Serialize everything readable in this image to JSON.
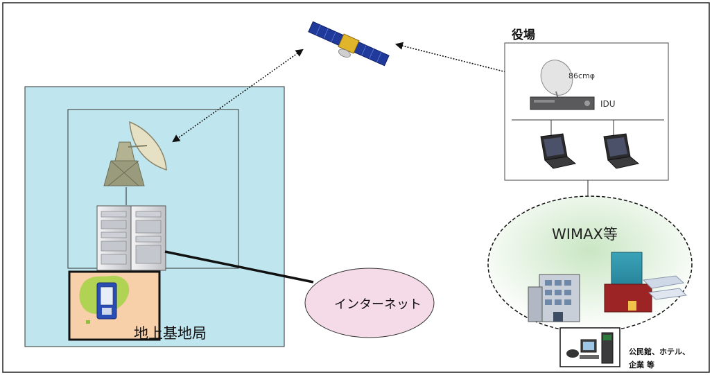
{
  "labels": {
    "town_office": "役場",
    "dish_size": "86cmφ",
    "idu": "IDU",
    "wimax": "WIMAX等",
    "internet": "インターネット",
    "ground_station": "地上基地局",
    "facilities_line1": "公民館、ホテル、",
    "facilities_line2": "企業 等"
  },
  "colors": {
    "ground_panel": "#bfe6ee",
    "internet_bubble": "#f5dbe8",
    "ground_station_box": "#f7cfa8",
    "wimax_glow": "#d6ecd2",
    "satellite_panel": "#1f3a9a",
    "server": "#e8e8ea"
  },
  "icons": [
    "satellite-icon",
    "parabolic-antenna-icon",
    "vsat-dish-icon",
    "idu-receiver-icon",
    "laptop-icon",
    "server-rack-icon",
    "ground-station-icon",
    "office-building-icon",
    "hotel-building-icon",
    "computer-terminal-icon"
  ]
}
